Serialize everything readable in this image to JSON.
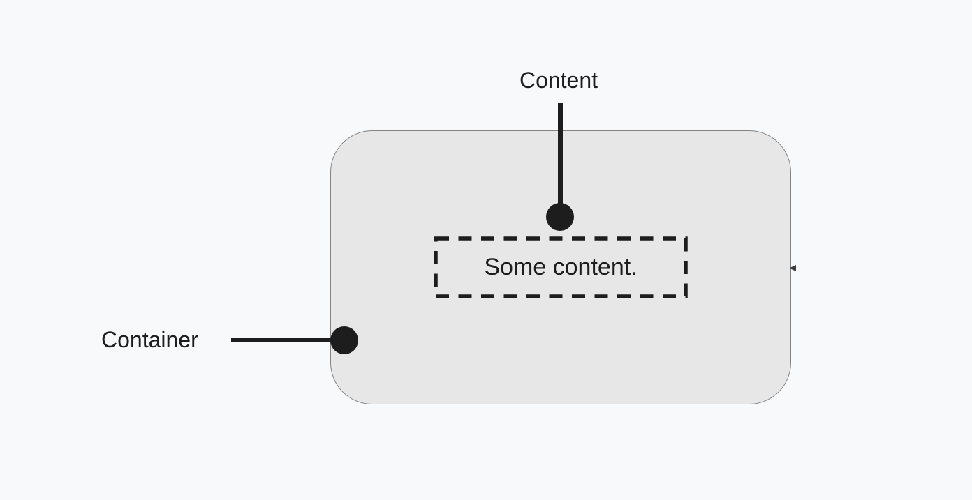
{
  "labels": {
    "content": "Content",
    "container": "Container"
  },
  "content_box": {
    "text": "Some content."
  },
  "icons": {
    "content_marker": "filled-circle",
    "container_marker": "filled-circle",
    "edge_tick": "small-left-arrowhead"
  },
  "colors": {
    "background": "#f8f9fb",
    "container_fill": "#e7e7e7",
    "container_border": "#848484",
    "ink": "#1d1d1d"
  }
}
